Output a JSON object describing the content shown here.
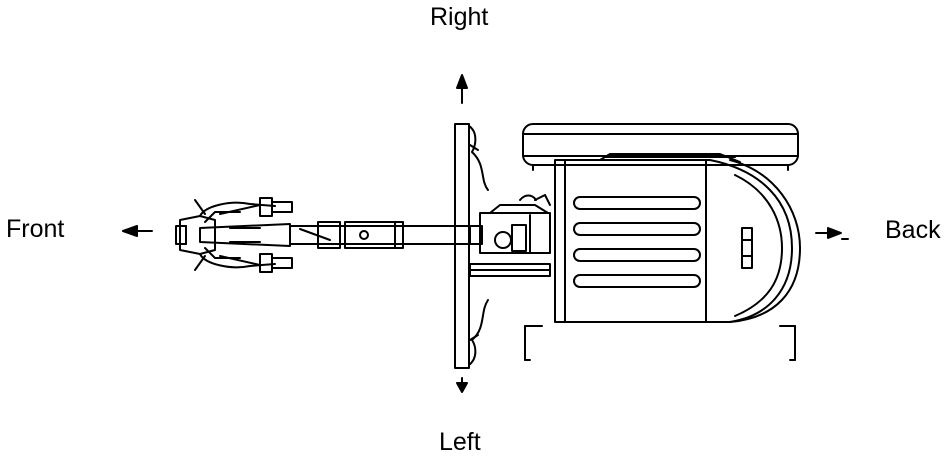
{
  "labels": {
    "right": "Right",
    "left": "Left",
    "front": "Front",
    "back": "Back"
  },
  "colors": {
    "line": "#000000",
    "background": "#ffffff"
  },
  "icons": {
    "arrow_right_dir": "arrow-up-icon",
    "arrow_left_dir": "arrow-down-icon",
    "arrow_front_dir": "arrow-left-icon",
    "arrow_back_dir": "arrow-right-icon"
  }
}
